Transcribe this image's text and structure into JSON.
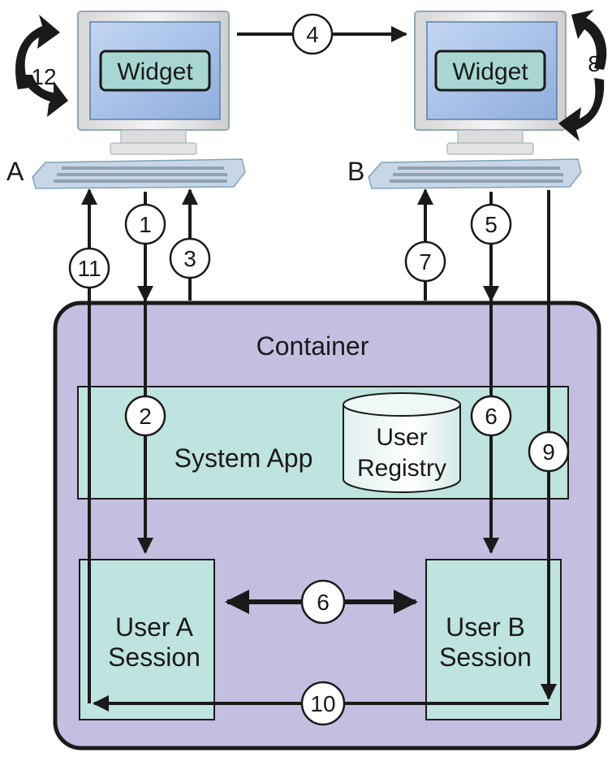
{
  "computers": {
    "a": {
      "label": "A",
      "screen": "Widget"
    },
    "b": {
      "label": "B",
      "screen": "Widget"
    }
  },
  "container": {
    "title": "Container"
  },
  "system_app": {
    "label": "System App",
    "registry_line1": "User",
    "registry_line2": "Registry"
  },
  "session_a": {
    "line1": "User A",
    "line2": "Session"
  },
  "session_b": {
    "line1": "User B",
    "line2": "Session"
  },
  "steps": {
    "s1": "1",
    "s2": "2",
    "s3": "3",
    "s4": "4",
    "s5": "5",
    "s6_top": "6",
    "s6_mid": "6",
    "s7": "7",
    "s8": "8",
    "s9": "9",
    "s10": "10",
    "s11": "11",
    "s12": "12"
  },
  "colors": {
    "container_fill": "#c4bfe0",
    "teal_fill": "#bfe3df",
    "screen_fill": "#a9c3e8",
    "monitor_body": "#e6e6e6",
    "keyboard": "#c8d7e6",
    "stroke": "#1a1a1a"
  }
}
